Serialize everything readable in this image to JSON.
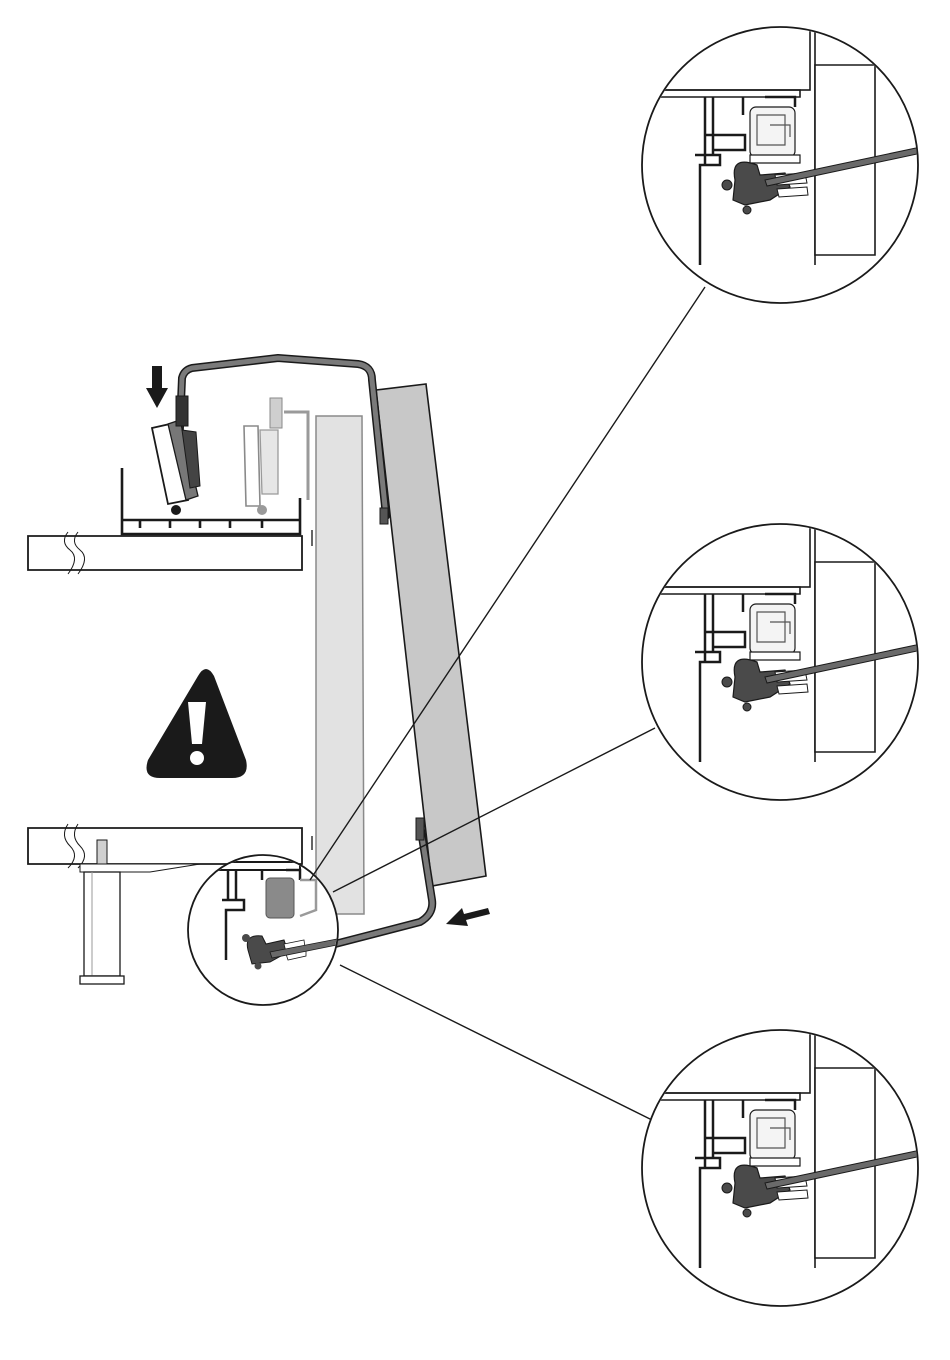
{
  "figure": {
    "type": "installation-instruction-diagram",
    "background": "#ffffff",
    "line_color": "#1a1a1a",
    "rail_color": "#666666",
    "panel_light": "#e0e0e0",
    "panel_dark": "#c6c6c6",
    "ghost_color": "#a0a0a0",
    "bracket_color": "#4a4a4a"
  },
  "elements": {
    "warning_icon": "warning-triangle-exclamation",
    "arrows": [
      "arrow-down",
      "arrow-left"
    ],
    "detail_views": [
      "step-1",
      "step-2",
      "step-3"
    ]
  }
}
